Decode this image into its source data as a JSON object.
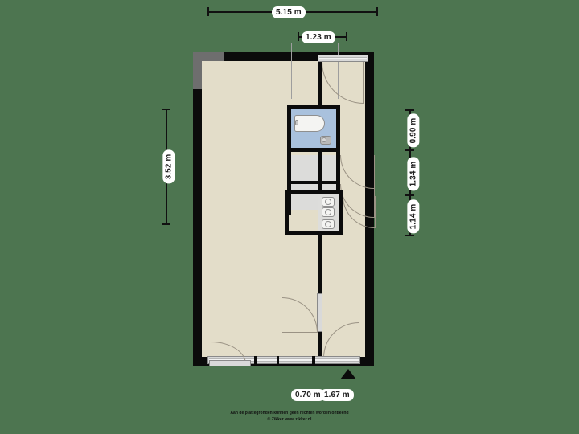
{
  "document": {
    "type": "floor-plan",
    "background_color": "#4d7550",
    "wall_color": "#0b0b0b",
    "floor_color": "#e3ddc9",
    "bathroom_color": "#a9c1dd"
  },
  "dimensions": {
    "top_overall": "5.15 m",
    "top_partial": "1.23 m",
    "left_overall": "3.52 m",
    "right_segments": [
      "0.90 m",
      "1.34 m",
      "1.14 m"
    ],
    "bottom_segment_a": "0.70 m",
    "bottom_segment_b": "1.67 m"
  },
  "rooms": {
    "main": "",
    "bathroom": "",
    "closet_upper": "",
    "closet_lower": "",
    "kitchenette": ""
  },
  "icons": {
    "north_marker": "north-arrow-icon",
    "bathtub": "bathtub-icon",
    "sink": "sink-icon",
    "hob": "cooktop-icon"
  },
  "footer": {
    "line1": "Aan de plattegronden kunnen geen rechten worden ontleend",
    "line2": "© Zikker www.zikker.nl"
  }
}
